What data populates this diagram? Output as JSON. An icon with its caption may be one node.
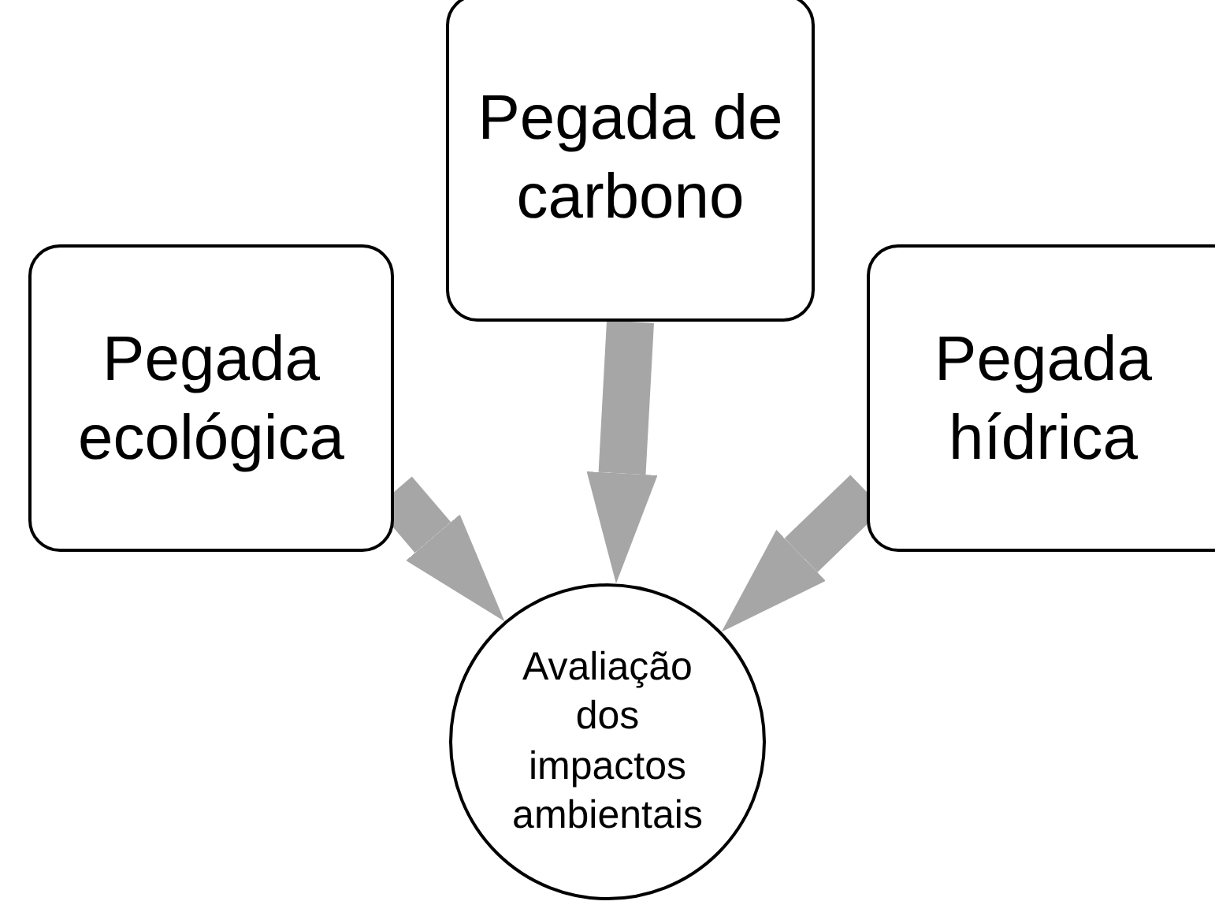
{
  "diagram": {
    "nodes": [
      {
        "text": [
          "Pegada de carbono"
        ]
      },
      {
        "text": [
          "Pegada ecológica"
        ]
      },
      {
        "text": [
          "Pegada hídrica"
        ]
      },
      {
        "text": [
          "Avaliação dos impactos ambientais"
        ]
      }
    ],
    "edges": [
      {
        "from": 0,
        "to": 3,
        "arrow": "to"
      },
      {
        "from": 1,
        "to": 3,
        "arrow": "to"
      },
      {
        "from": 2,
        "to": 3,
        "arrow": "to"
      }
    ]
  }
}
